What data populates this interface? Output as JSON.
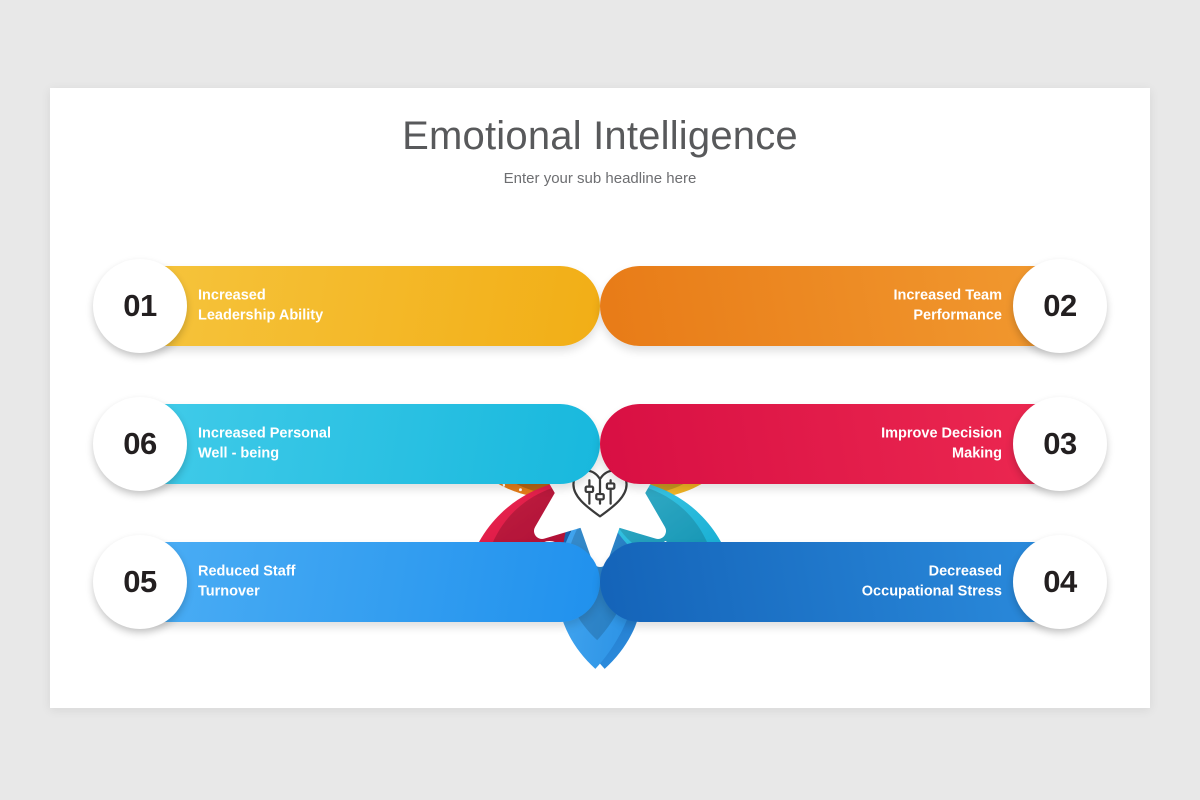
{
  "header": {
    "title": "Emotional Intelligence",
    "subtitle": "Enter your sub headline here"
  },
  "center": {
    "icon": "heart-equalizer-icon"
  },
  "items": [
    {
      "number": "01",
      "label": "Increased\nLeadership Ability",
      "side": "left",
      "color": "#F2B420",
      "icon": "leadership-network-icon"
    },
    {
      "number": "02",
      "label": "Increased Team\nPerformance",
      "side": "right",
      "color": "#EE8B28",
      "icon": "team-flag-icon"
    },
    {
      "number": "03",
      "label": "Improve Decision\nMaking",
      "side": "right",
      "color": "#E51A4B",
      "icon": "decision-arrows-check-icon"
    },
    {
      "number": "04",
      "label": "Decreased\nOccupational Stress",
      "side": "right",
      "color": "#1E74C8",
      "icon": "worker-gear-icon"
    },
    {
      "number": "05",
      "label": "Reduced Staff\nTurnover",
      "side": "left",
      "color": "#2E9BF0",
      "icon": "staff-turnover-icon"
    },
    {
      "number": "06",
      "label": "Increased Personal\nWell - being",
      "side": "left",
      "color": "#29C1E3",
      "icon": "wellbeing-running-icon"
    }
  ]
}
